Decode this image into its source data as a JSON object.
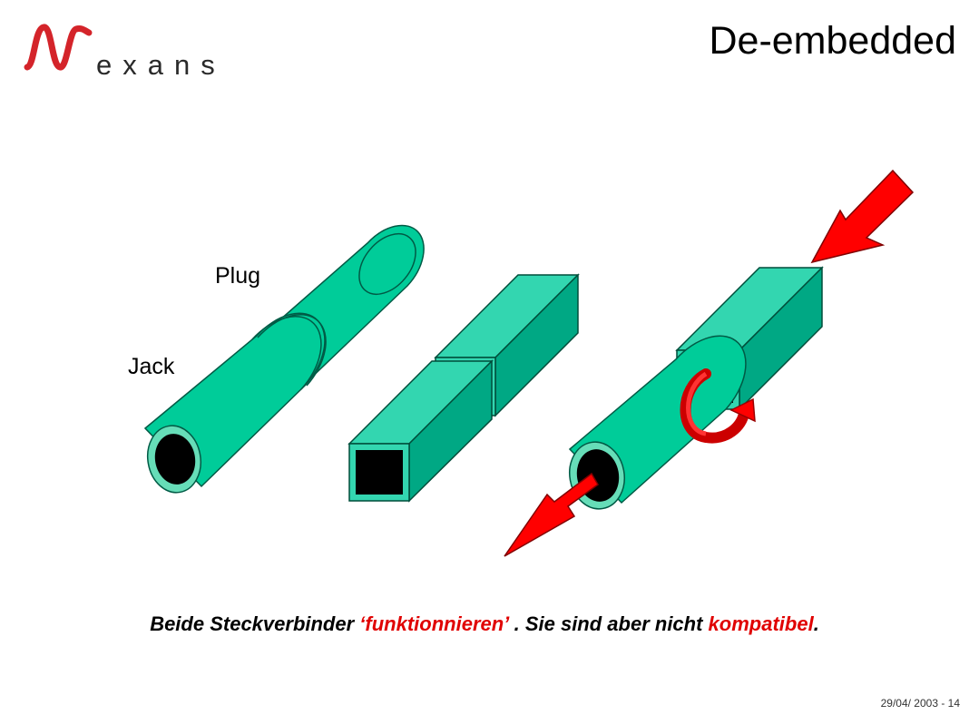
{
  "logo": {
    "word": "exans",
    "brand_color": "#d4242a"
  },
  "title": "De-embedded",
  "labels": {
    "plug": "Plug",
    "jack": "Jack"
  },
  "caption": {
    "part1": "Beide Steckverbinder ",
    "part2": "‘funktionnieren’",
    "part3": " . Sie sind aber nicht ",
    "part4": "kompatibel",
    "part5": "."
  },
  "footer": "29/04/ 2003 - 14",
  "colors": {
    "tube_green": "#00cc99",
    "box_face": "#33d6b0",
    "box_side": "#00a884",
    "hole": "#000000",
    "arrow_red": "#ff0000",
    "curl_red": "#cc0000"
  },
  "icons": [
    "nexans-logo-icon",
    "red-arrow-icon",
    "rotation-arrow-icon"
  ]
}
